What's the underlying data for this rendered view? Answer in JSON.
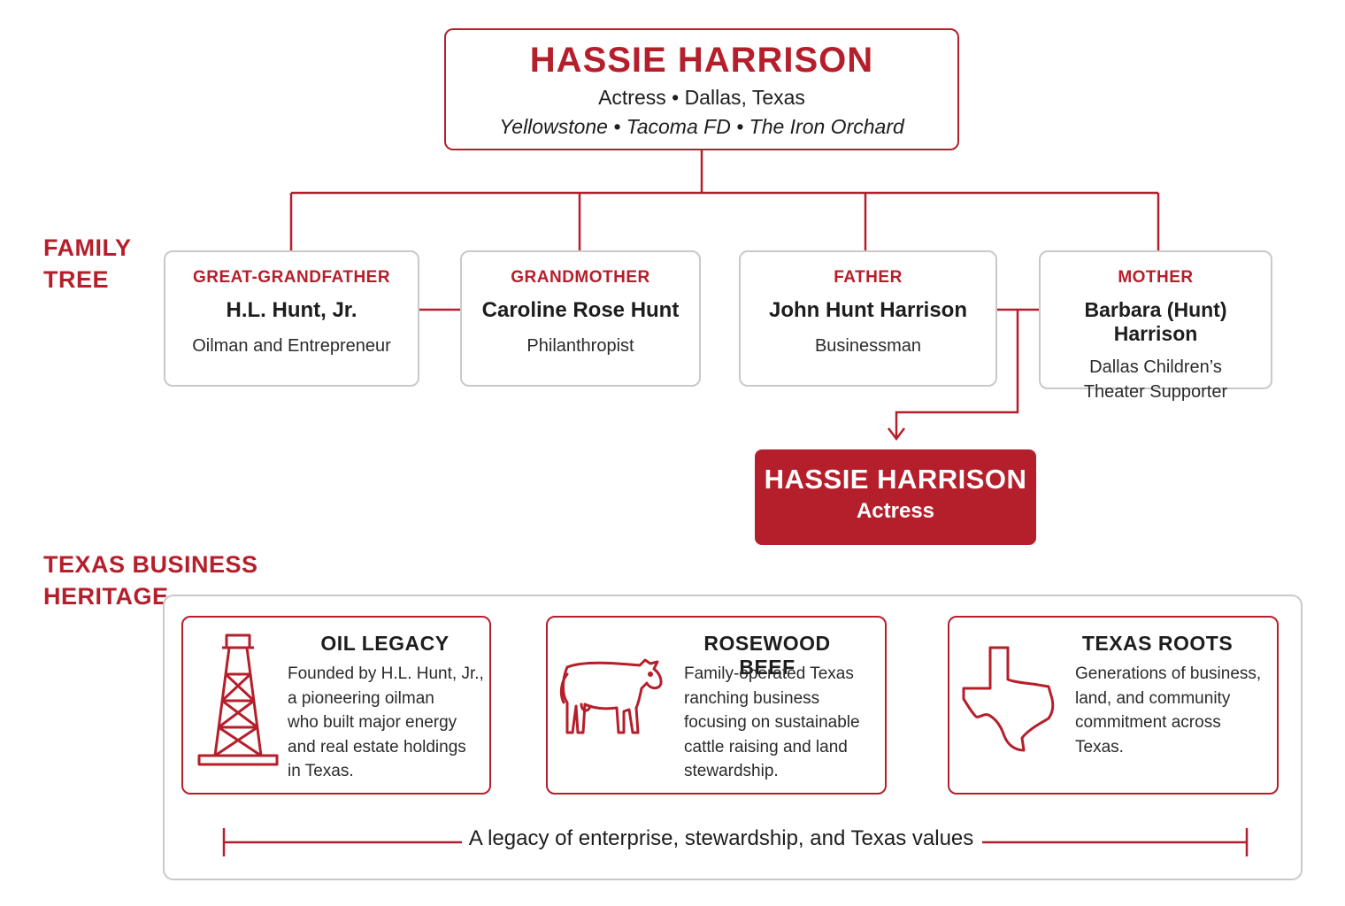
{
  "header": {
    "name": "HASSIE HARRISON",
    "subtitle": "Actress • Dallas, Texas",
    "works": "Yellowstone • Tacoma FD • The Iron Orchard"
  },
  "sections": {
    "family_tree": [
      "FAMILY",
      "TREE"
    ],
    "business_heritage": [
      "TEXAS BUSINESS",
      "HERITAGE"
    ]
  },
  "family": [
    {
      "role": "GREAT-GRANDFATHER",
      "name": "H.L. Hunt, Jr.",
      "desc": [
        "Oilman and Entrepreneur"
      ]
    },
    {
      "role": "GRANDMOTHER",
      "name": "Caroline Rose Hunt",
      "desc": [
        "Philanthropist"
      ]
    },
    {
      "role": "FATHER",
      "name": "John Hunt Harrison",
      "desc": [
        "Businessman"
      ]
    },
    {
      "role": "MOTHER",
      "name": "Barbara (Hunt) Harrison",
      "desc": [
        "Dallas Children’s",
        "Theater Supporter"
      ]
    }
  ],
  "child": {
    "name": "HASSIE HARRISON",
    "role": "Actress"
  },
  "heritage": [
    {
      "title": "OIL LEGACY",
      "icon": "oil-derrick-icon",
      "lines": [
        "Founded by H.L. Hunt, Jr.,",
        "a pioneering oilman",
        "who built major energy",
        "and real estate holdings",
        "in Texas."
      ]
    },
    {
      "title": "ROSEWOOD BEEF",
      "icon": "cow-icon",
      "lines": [
        "Family-operated Texas",
        "ranching business",
        "focusing on sustainable",
        "cattle raising and land",
        "stewardship."
      ]
    },
    {
      "title": "TEXAS ROOTS",
      "icon": "texas-map-icon",
      "lines": [
        "Generations of business,",
        "land, and community",
        "commitment across",
        "Texas."
      ]
    }
  ],
  "legacy_line": "A legacy of enterprise, stewardship, and Texas values",
  "colors": {
    "accent": "#b51f2b",
    "border": "#c9c9c9",
    "text": "#1d1d1d"
  }
}
